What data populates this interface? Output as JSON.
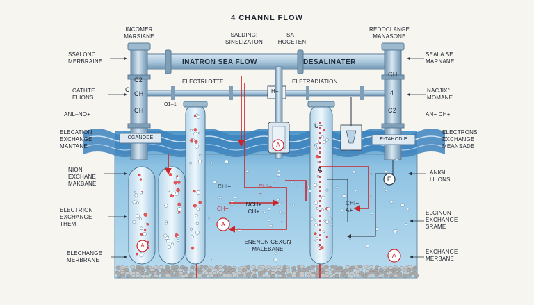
{
  "title": "4 CHANNL FLOW",
  "labels": {
    "tl_top": "INCOMER\nMARSIANE",
    "sadding": "SALDING:\nSINSLIZATON",
    "sa_hoceten": "SA+\nHOCETEN",
    "tr_top": "REDOCLANGE\nMANASONE",
    "l_sealonc": "SSALONC\nMERBRAINE",
    "r_sealase": "SEALA SE\nMARNANE",
    "l_cathte": "CATHTE\nELIONS",
    "r_nacxix": "NACJIX°\nMOMANE",
    "l_anlno": "ANL–NO+",
    "r_ancch": "AN+ CH+",
    "l_election": "ELECATION\nEXCHANGE\nMANTANE",
    "r_electrons": "ELECTRONS\nEXCHANGE\nMEANSADE",
    "l_nion": "NION\nEXCHANE\nMAKBANE",
    "r_anigi": "ANIGI\nLLIONS",
    "l_electron_ex": "ELECTRION\nEXCHANGE\nTHEM",
    "r_elcinon": "ELCINON\nEXCHANGE\nSRAME",
    "l_elechange": "ELECHANGE\nMERBRANE",
    "r_exchange": "EXCHANGE\nMERBANE",
    "pipe_main_left": "INATRON SEA FLOW",
    "pipe_main_right": "DESALINATER",
    "electrlotte": "ELECTRLOTTE",
    "eletradiation": "ELETRADIATION",
    "c2_left": "C2",
    "ch_left1": "CH",
    "ch_left2": "CH",
    "c_left": "C",
    "ch_right": "CH",
    "num4": "4",
    "c2_right": "C2",
    "cganode": "CGANODE",
    "etahodie": "E-TAHODIE",
    "o1": "O1–1",
    "h_plus": "H+",
    "u_label": "U+",
    "chi_plus": "CHI+",
    "chi_red": "CHI+\n–",
    "nch": "NCH+\nCH+",
    "ch_red": "CH+",
    "chi_a": "CHI+\nA+",
    "enenon": "ENENON CEXON\nMALEBANE",
    "e_circle": "E",
    "a_label": "A"
  }
}
